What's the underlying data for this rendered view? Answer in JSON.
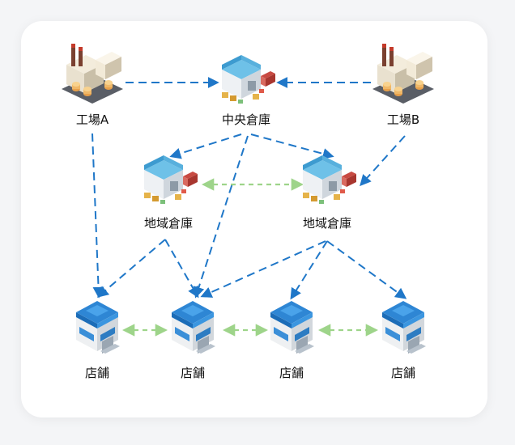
{
  "colors": {
    "card_background": "#ffffff",
    "page_background": "#f4f5f7",
    "flow_arrow": "#1f77c8",
    "peer_link": "#9ed48a",
    "factory_body": "#e9e1cf",
    "warehouse_roof": "#6ec1e8",
    "store_body": "#dfe3e6",
    "store_roof": "#2e86d4"
  },
  "nodes": {
    "factory_a": {
      "label": "工場A",
      "icon": "factory-icon"
    },
    "central_warehouse": {
      "label": "中央倉庫",
      "icon": "warehouse-icon"
    },
    "factory_b": {
      "label": "工場B",
      "icon": "factory-icon"
    },
    "regional_warehouse_1": {
      "label": "地域倉庫",
      "icon": "warehouse-icon"
    },
    "regional_warehouse_2": {
      "label": "地域倉庫",
      "icon": "warehouse-icon"
    },
    "store_1": {
      "label": "店舗",
      "icon": "store-icon"
    },
    "store_2": {
      "label": "店舗",
      "icon": "store-icon"
    },
    "store_3": {
      "label": "店舗",
      "icon": "store-icon"
    },
    "store_4": {
      "label": "店舗",
      "icon": "store-icon"
    }
  },
  "edges": [
    {
      "from": "factory_a",
      "to": "central_warehouse",
      "type": "flow"
    },
    {
      "from": "factory_b",
      "to": "central_warehouse",
      "type": "flow"
    },
    {
      "from": "central_warehouse",
      "to": "regional_warehouse_1",
      "type": "flow"
    },
    {
      "from": "central_warehouse",
      "to": "regional_warehouse_2",
      "type": "flow"
    },
    {
      "from": "central_warehouse",
      "to": "store_2",
      "type": "flow"
    },
    {
      "from": "factory_a",
      "to": "store_1",
      "type": "flow"
    },
    {
      "from": "factory_b",
      "to": "regional_warehouse_2",
      "type": "flow"
    },
    {
      "from": "regional_warehouse_1",
      "to": "store_1",
      "type": "flow"
    },
    {
      "from": "regional_warehouse_1",
      "to": "store_2",
      "type": "flow"
    },
    {
      "from": "regional_warehouse_2",
      "to": "store_2",
      "type": "flow"
    },
    {
      "from": "regional_warehouse_2",
      "to": "store_3",
      "type": "flow"
    },
    {
      "from": "regional_warehouse_2",
      "to": "store_4",
      "type": "flow"
    },
    {
      "from": "regional_warehouse_1",
      "to": "regional_warehouse_2",
      "type": "peer"
    },
    {
      "from": "store_1",
      "to": "store_2",
      "type": "peer"
    },
    {
      "from": "store_2",
      "to": "store_3",
      "type": "peer"
    },
    {
      "from": "store_3",
      "to": "store_4",
      "type": "peer"
    }
  ]
}
